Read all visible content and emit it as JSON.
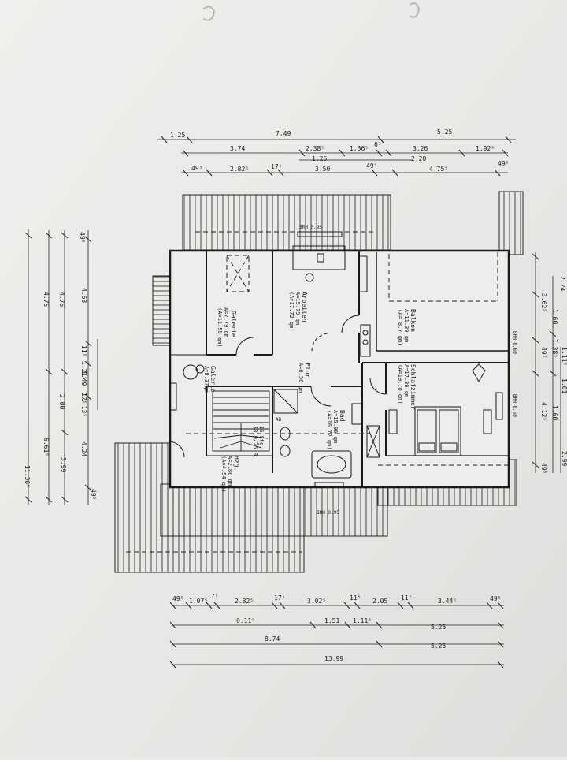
{
  "top_dimensions": {
    "row1": [
      "1.25",
      "7.49",
      "5.25"
    ],
    "row2": [
      "3.74",
      "2.38⁵",
      "1.36⁵",
      "6⁵",
      "3.26",
      "1.92⁸"
    ],
    "row3": [
      "1.25",
      "2.20"
    ],
    "row4": [
      "49⁵",
      "2.82⁵",
      "17⁵",
      "3.50",
      "49⁵",
      "4.75⁵",
      "49⁵"
    ]
  },
  "bottom_dimensions": {
    "row1": [
      "49⁵",
      "1.07⁵",
      "17⁵",
      "2.82⁵",
      "17⁵",
      "3.02⁵",
      "11⁵",
      "2.05",
      "11⁵",
      "3.44⁵",
      "49⁵"
    ],
    "row2": [
      "6.11⁵",
      "1.51",
      "1.11⁵",
      "5.25"
    ],
    "row3": [
      "8.74",
      "5.25"
    ],
    "row4": [
      "13.99"
    ]
  },
  "left_dimensions": {
    "col1": [
      "11.36⁵"
    ],
    "col2": [
      "4.75",
      "6.61⁵"
    ],
    "col3": [
      "4.75",
      "2.00",
      "3.99"
    ],
    "col4": [
      "49⁵",
      "4.63",
      "11⁵",
      "1.49",
      "1.13⁵",
      "4.24",
      "49⁵"
    ],
    "col5": [
      "1.21⁵",
      "17⁵"
    ]
  },
  "right_dimensions": {
    "col1": [
      "2.24",
      "3.62⁵",
      "49⁵",
      "4.12⁵",
      "49⁵"
    ],
    "col2": [
      "1.38⁵",
      "1.60",
      "1.60"
    ],
    "col3": [
      "1.11⁵",
      "1.01",
      "2.99"
    ]
  },
  "rooms": {
    "galerie_top": {
      "name": "Galerie",
      "area": "A=7.79 qm",
      "sub": "(A=11.58 qm)"
    },
    "arbeiten": {
      "name": "Arbeiten",
      "area": "A=15.79 qm",
      "sub": "(A=17.72 qm)"
    },
    "balkon": {
      "name": "Balkon",
      "area": "A=11.39 qm",
      "sub": "(A= 8.7 qm)"
    },
    "galerie_mid": {
      "name": "Galerie",
      "area": "A=8.37qm"
    },
    "flur": {
      "name": "Flur",
      "area": "A=6.56 qm"
    },
    "schlafzimmer": {
      "name": "Schlafzimmer",
      "area": "A=17.39 qm",
      "sub": "(A=19.70 qm)"
    },
    "bad": {
      "name": "Bad",
      "area": "A=15.96 qm",
      "sub": "(A=16.72 qm)"
    },
    "hzg": {
      "name": "Hzg.",
      "area": "A=2.86 qm",
      "sub": "(A=4.54 qm)"
    },
    "treppe": {
      "name": "16 Stg.",
      "sub": "18.0/25.0"
    }
  },
  "annotations": {
    "brh_top": "BRH 0.95",
    "brh_bottom": "BRH 0.95",
    "brh_balkon": "BRH 0.60",
    "brh_schlaf": "BRH 0.60",
    "ab_label": "AB"
  }
}
